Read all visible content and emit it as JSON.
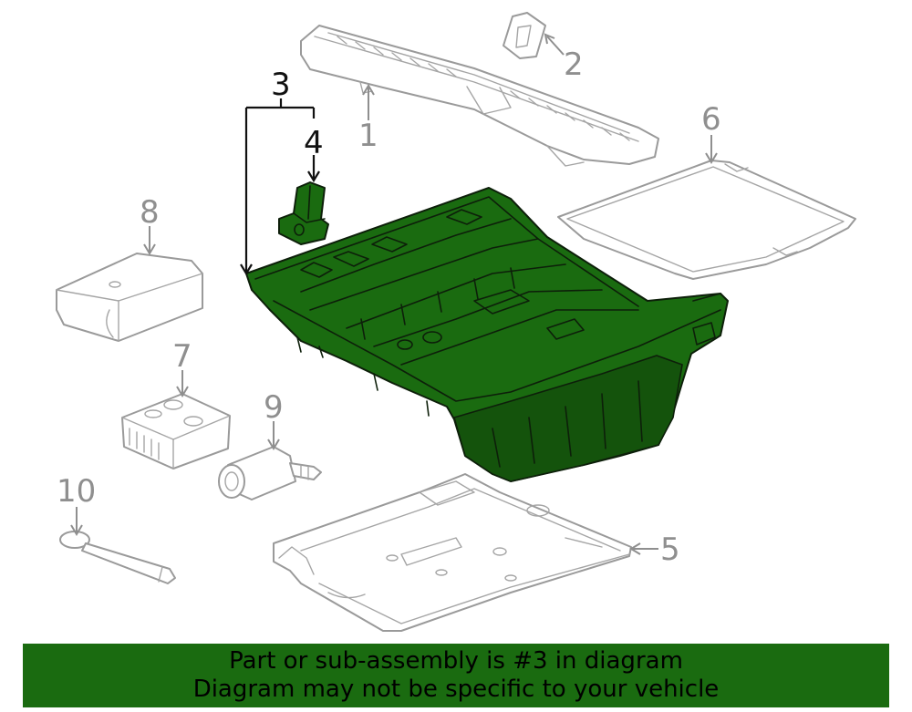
{
  "callouts": {
    "c1": "1",
    "c2": "2",
    "c3": "3",
    "c4": "4",
    "c5": "5",
    "c6": "6",
    "c7": "7",
    "c8": "8",
    "c9": "9",
    "c10": "10"
  },
  "banner": {
    "line1": "Part or sub-assembly is #3 in diagram",
    "line2": "Diagram may not be specific to your vehicle"
  },
  "colors": {
    "highlight": "#1a6b10",
    "outline": "#9a9a9a",
    "banner_background": "#1a6b10"
  }
}
